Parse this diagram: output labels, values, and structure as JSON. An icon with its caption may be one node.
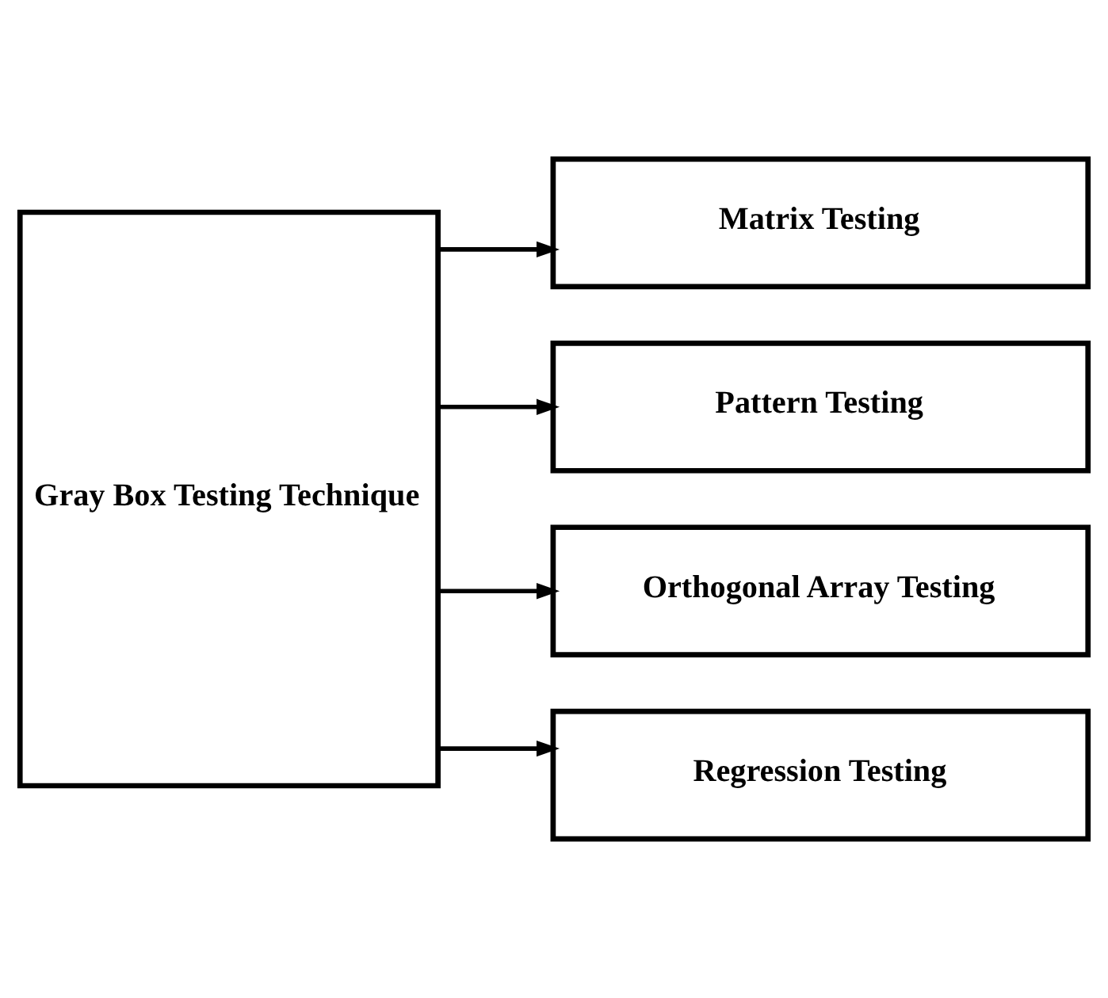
{
  "diagram": {
    "nodes": [
      {
        "text": [
          "Gray Box Testing Technique"
        ]
      },
      {
        "text": [
          "Matrix Testing"
        ]
      },
      {
        "text": [
          "Pattern Testing"
        ]
      },
      {
        "text": [
          "Orthogonal Array Testing"
        ]
      },
      {
        "text": [
          "Regression Testing"
        ]
      }
    ],
    "edges": [
      {
        "from": 0,
        "to": 1,
        "arrow": "to"
      },
      {
        "from": 0,
        "to": 2,
        "arrow": "to"
      },
      {
        "from": 0,
        "to": 3,
        "arrow": "to"
      },
      {
        "from": 0,
        "to": 4,
        "arrow": "to"
      }
    ]
  }
}
